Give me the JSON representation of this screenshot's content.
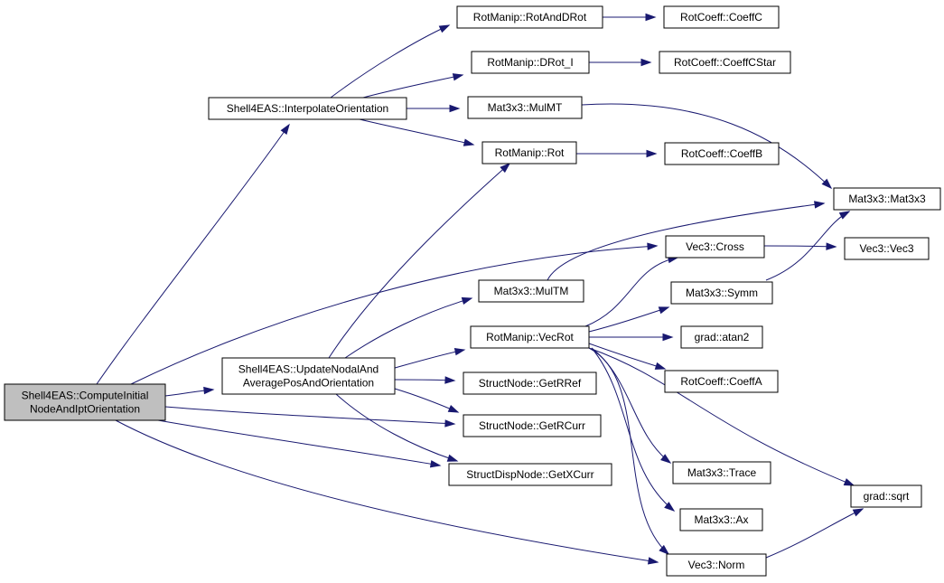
{
  "nodes": {
    "compute_initial": [
      "Shell4EAS::ComputeInitial",
      "NodeAndIptOrientation"
    ],
    "interpolate_orientation": [
      "Shell4EAS::InterpolateOrientation"
    ],
    "update_nodal": [
      "Shell4EAS::UpdateNodalAnd",
      "AveragePosAndOrientation"
    ],
    "rotmanip_rotanddrot": [
      "RotManip::RotAndDRot"
    ],
    "rotmanip_drot_i": [
      "RotManip::DRot_I"
    ],
    "mat3x3_mulmt": [
      "Mat3x3::MulMT"
    ],
    "rotmanip_rot": [
      "RotManip::Rot"
    ],
    "mat3x3_multm": [
      "Mat3x3::MulTM"
    ],
    "rotmanip_vecrot": [
      "RotManip::VecRot"
    ],
    "structnode_getrref": [
      "StructNode::GetRRef"
    ],
    "structnode_getrcurr": [
      "StructNode::GetRCurr"
    ],
    "structdispnode_getxcurr": [
      "StructDispNode::GetXCurr"
    ],
    "rotcoeff_coeffc": [
      "RotCoeff::CoeffC"
    ],
    "rotcoeff_coeffcstar": [
      "RotCoeff::CoeffCStar"
    ],
    "rotcoeff_coeffb": [
      "RotCoeff::CoeffB"
    ],
    "mat3x3_mat3x3": [
      "Mat3x3::Mat3x3"
    ],
    "vec3_cross": [
      "Vec3::Cross"
    ],
    "vec3_vec3": [
      "Vec3::Vec3"
    ],
    "mat3x3_symm": [
      "Mat3x3::Symm"
    ],
    "grad_atan2": [
      "grad::atan2"
    ],
    "rotcoeff_coeffa": [
      "RotCoeff::CoeffA"
    ],
    "mat3x3_trace": [
      "Mat3x3::Trace"
    ],
    "mat3x3_ax": [
      "Mat3x3::Ax"
    ],
    "vec3_norm": [
      "Vec3::Norm"
    ],
    "grad_sqrt": [
      "grad::sqrt"
    ]
  },
  "edges": [
    [
      "compute_initial",
      "interpolate_orientation"
    ],
    [
      "compute_initial",
      "update_nodal"
    ],
    [
      "compute_initial",
      "vec3_cross"
    ],
    [
      "compute_initial",
      "structnode_getrcurr"
    ],
    [
      "compute_initial",
      "structdispnode_getxcurr"
    ],
    [
      "compute_initial",
      "vec3_norm"
    ],
    [
      "interpolate_orientation",
      "rotmanip_rotanddrot"
    ],
    [
      "interpolate_orientation",
      "rotmanip_drot_i"
    ],
    [
      "interpolate_orientation",
      "mat3x3_mulmt"
    ],
    [
      "interpolate_orientation",
      "rotmanip_rot"
    ],
    [
      "rotmanip_rotanddrot",
      "rotcoeff_coeffc"
    ],
    [
      "rotmanip_drot_i",
      "rotcoeff_coeffcstar"
    ],
    [
      "rotmanip_rot",
      "rotcoeff_coeffb"
    ],
    [
      "mat3x3_mulmt",
      "mat3x3_mat3x3"
    ],
    [
      "update_nodal",
      "rotmanip_rot"
    ],
    [
      "update_nodal",
      "mat3x3_multm"
    ],
    [
      "update_nodal",
      "rotmanip_vecrot"
    ],
    [
      "update_nodal",
      "structnode_getrref"
    ],
    [
      "update_nodal",
      "structnode_getrcurr"
    ],
    [
      "update_nodal",
      "structdispnode_getxcurr"
    ],
    [
      "mat3x3_multm",
      "mat3x3_mat3x3"
    ],
    [
      "vec3_cross",
      "vec3_vec3"
    ],
    [
      "rotmanip_vecrot",
      "vec3_cross"
    ],
    [
      "rotmanip_vecrot",
      "mat3x3_symm"
    ],
    [
      "rotmanip_vecrot",
      "grad_atan2"
    ],
    [
      "rotmanip_vecrot",
      "rotcoeff_coeffa"
    ],
    [
      "rotmanip_vecrot",
      "mat3x3_trace"
    ],
    [
      "rotmanip_vecrot",
      "mat3x3_ax"
    ],
    [
      "rotmanip_vecrot",
      "vec3_norm"
    ],
    [
      "rotmanip_vecrot",
      "grad_sqrt"
    ],
    [
      "mat3x3_symm",
      "mat3x3_mat3x3"
    ],
    [
      "vec3_norm",
      "grad_sqrt"
    ]
  ],
  "colors": {
    "edge": "#191970",
    "root_fill": "#bfbfbf",
    "node_fill": "#ffffff",
    "node_border": "#000000"
  }
}
